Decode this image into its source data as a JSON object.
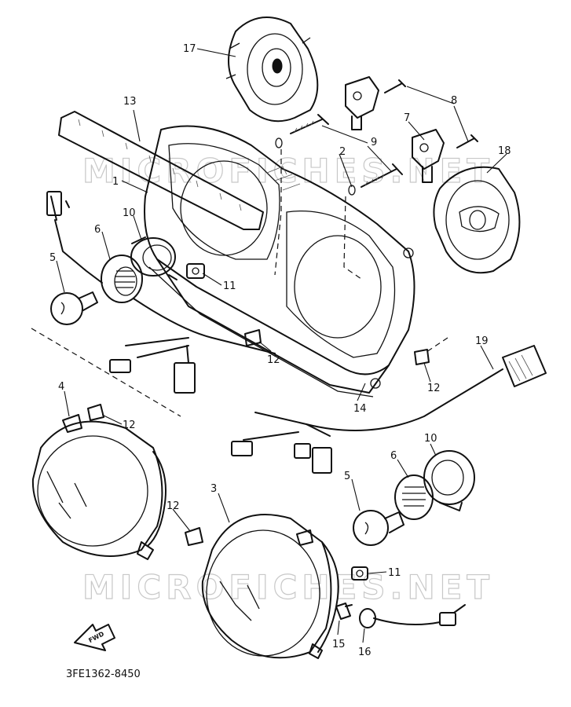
{
  "watermark": "MICROFICHES.NET",
  "diagram_code": "3FE1362-8450",
  "direction_label": "FWD",
  "callouts": [
    {
      "id": "c17",
      "label": "17"
    },
    {
      "id": "c13",
      "label": "13"
    },
    {
      "id": "c8",
      "label": "8"
    },
    {
      "id": "c7",
      "label": "7"
    },
    {
      "id": "c9",
      "label": "9"
    },
    {
      "id": "c2",
      "label": "2"
    },
    {
      "id": "c18",
      "label": "18"
    },
    {
      "id": "c1",
      "label": "1"
    },
    {
      "id": "c10a",
      "label": "10"
    },
    {
      "id": "c6a",
      "label": "6"
    },
    {
      "id": "c5a",
      "label": "5"
    },
    {
      "id": "c11a",
      "label": "11"
    },
    {
      "id": "c12a",
      "label": "12"
    },
    {
      "id": "c12b",
      "label": "12"
    },
    {
      "id": "c19",
      "label": "19"
    },
    {
      "id": "c14",
      "label": "14"
    },
    {
      "id": "c4",
      "label": "4"
    },
    {
      "id": "c12c",
      "label": "12"
    },
    {
      "id": "c12d",
      "label": "12"
    },
    {
      "id": "c3",
      "label": "3"
    },
    {
      "id": "c10b",
      "label": "10"
    },
    {
      "id": "c6b",
      "label": "6"
    },
    {
      "id": "c5b",
      "label": "5"
    },
    {
      "id": "c11b",
      "label": "11"
    },
    {
      "id": "c15",
      "label": "15"
    },
    {
      "id": "c16",
      "label": "16"
    }
  ]
}
